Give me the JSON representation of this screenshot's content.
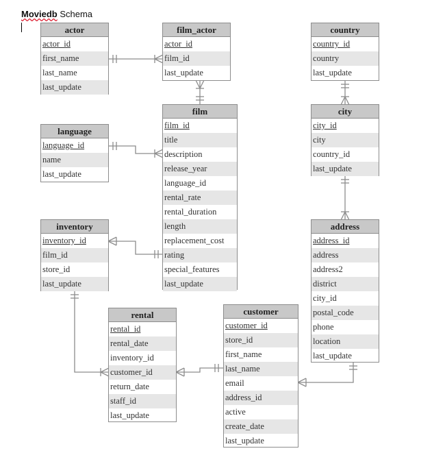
{
  "title": {
    "bold": "Moviedb",
    "rest": " Schema"
  },
  "entities": {
    "actor": {
      "name": "actor",
      "fields": [
        "actor_id",
        "first_name",
        "last_name",
        "last_update"
      ]
    },
    "film_actor": {
      "name": "film_actor",
      "fields": [
        "actor_id",
        "film_id",
        "last_update"
      ]
    },
    "country": {
      "name": "country",
      "fields": [
        "country_id",
        "country",
        "last_update"
      ]
    },
    "film": {
      "name": "film",
      "fields": [
        "film_id",
        "title",
        "description",
        "release_year",
        "language_id",
        "rental_rate",
        "rental_duration",
        "length",
        "replacement_cost",
        "rating",
        "special_features",
        "last_update"
      ]
    },
    "city": {
      "name": "city",
      "fields": [
        "city_id",
        "city",
        "country_id",
        "last_update"
      ]
    },
    "language": {
      "name": "language",
      "fields": [
        "language_id",
        "name",
        "last_update"
      ]
    },
    "inventory": {
      "name": "inventory",
      "fields": [
        "inventory_id",
        "film_id",
        "store_id",
        "last_update"
      ]
    },
    "address": {
      "name": "address",
      "fields": [
        "address_id",
        "address",
        "address2",
        "district",
        "city_id",
        "postal_code",
        "phone",
        "location",
        "last_update"
      ]
    },
    "rental": {
      "name": "rental",
      "fields": [
        "rental_id",
        "rental_date",
        "inventory_id",
        "customer_id",
        "return_date",
        "staff_id",
        "last_update"
      ]
    },
    "customer": {
      "name": "customer",
      "fields": [
        "customer_id",
        "store_id",
        "first_name",
        "last_name",
        "email",
        "address_id",
        "active",
        "create_date",
        "last_update"
      ]
    }
  }
}
